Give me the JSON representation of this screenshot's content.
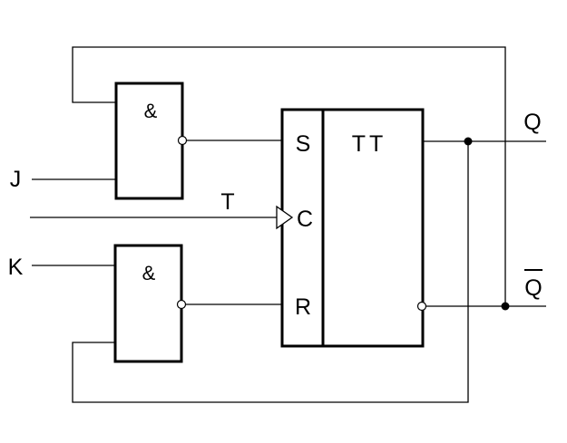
{
  "gate_top": {
    "symbol": "&"
  },
  "gate_bottom": {
    "symbol": "&"
  },
  "flipflop": {
    "title": "TT",
    "pin_s": "S",
    "pin_c": "C",
    "pin_r": "R"
  },
  "inputs": {
    "j": "J",
    "t": "T",
    "k": "K"
  },
  "outputs": {
    "q": "Q",
    "q_bar": "Q"
  }
}
